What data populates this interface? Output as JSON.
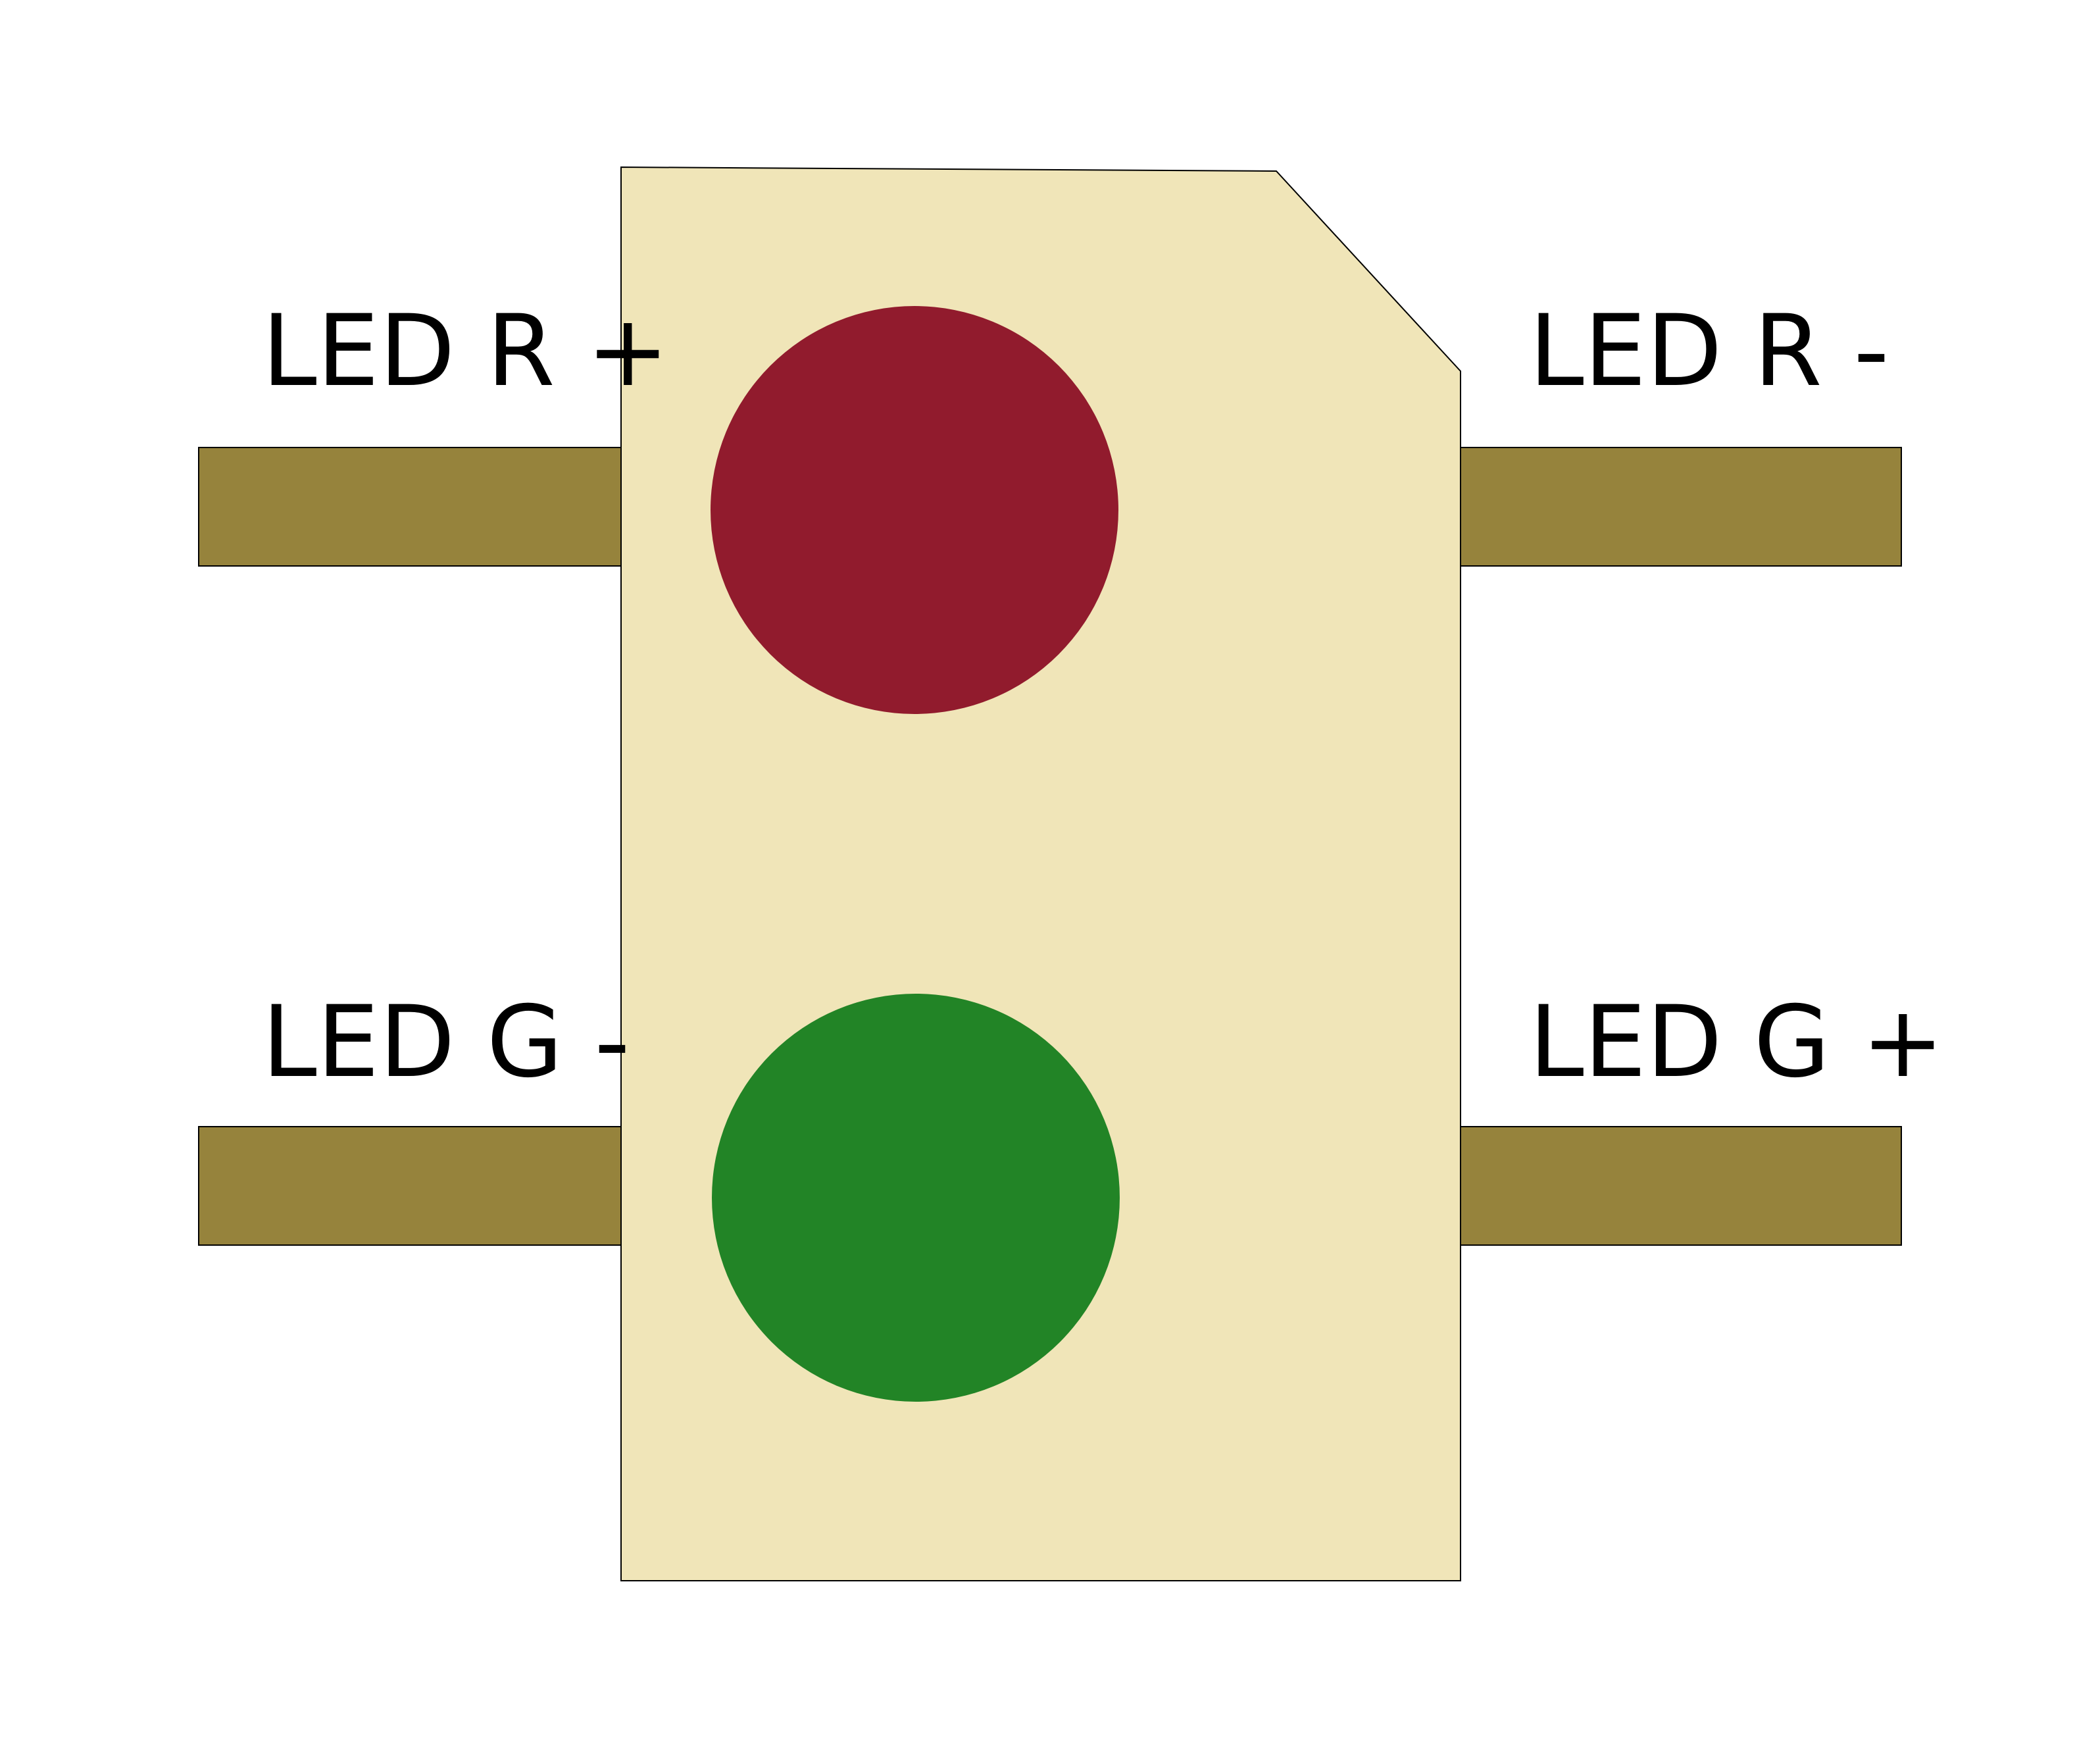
{
  "colors": {
    "background": "#ffffff",
    "body": "#f0e5b8",
    "pin": "#96833c",
    "led_red": "#911b2d",
    "led_green": "#228426",
    "outline": "#000000"
  },
  "pins": [
    {
      "label": "LED R +"
    },
    {
      "label": "LED R -"
    },
    {
      "label": "LED G -"
    },
    {
      "label": "LED G +"
    }
  ],
  "leds": [
    {
      "color": "red"
    },
    {
      "color": "green"
    }
  ]
}
